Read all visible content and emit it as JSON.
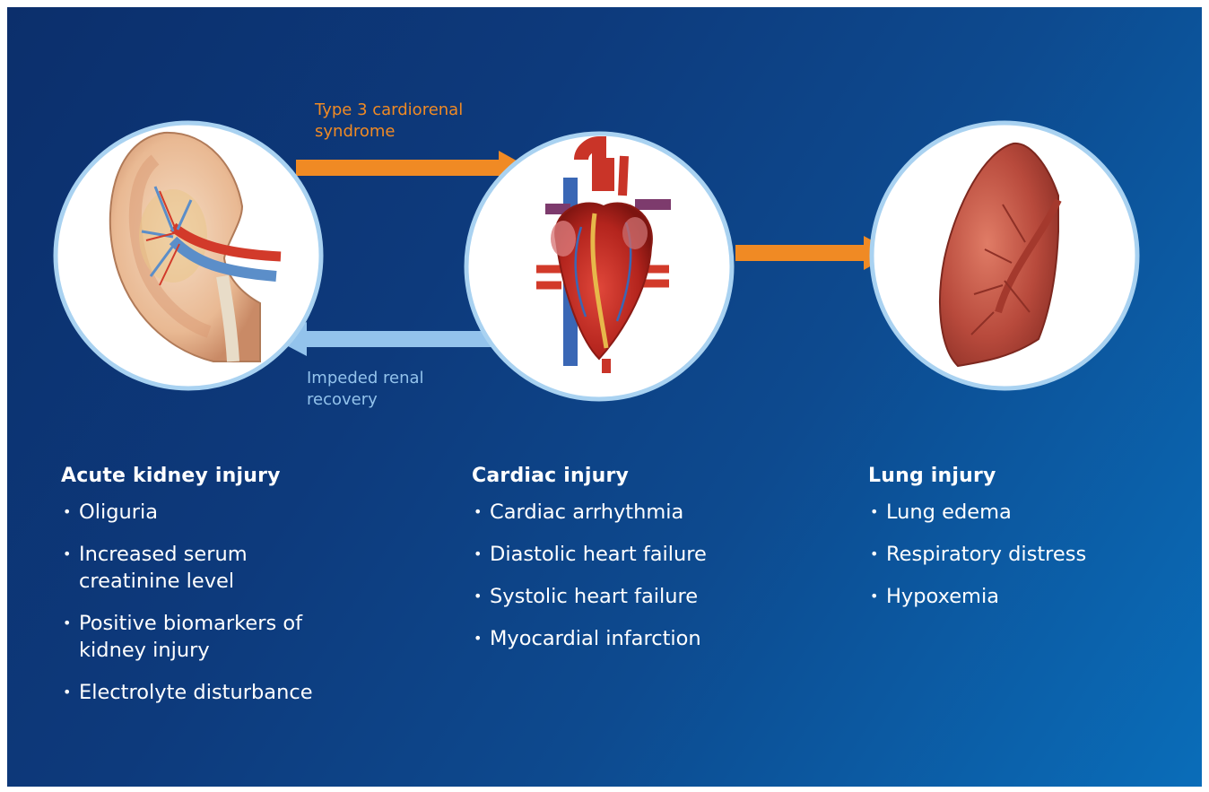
{
  "colors": {
    "background_dark": "#0c2f6c",
    "background_light": "#0a6db9",
    "forward_arrow": "#f08a24",
    "return_arrow": "#93c3ec",
    "circle_border": "#a9d2f1"
  },
  "flow": {
    "forward_label": "Type 3 cardiorenal syndrome",
    "forward_label_lines": [
      "Type 3 cardiorenal",
      "syndrome"
    ],
    "return_label": "Impeded renal recovery",
    "return_label_lines": [
      "Impeded renal",
      "recovery"
    ]
  },
  "organs": [
    {
      "name": "kidney",
      "icon": "kidney-illustration"
    },
    {
      "name": "heart",
      "icon": "heart-illustration"
    },
    {
      "name": "lung",
      "icon": "lung-illustration"
    }
  ],
  "columns": [
    {
      "heading": "Acute kidney injury",
      "items": [
        "Oliguria",
        "Increased serum creatinine level",
        "Positive biomarkers of kidney injury",
        "Electrolyte disturbance"
      ]
    },
    {
      "heading": "Cardiac injury",
      "items": [
        "Cardiac arrhythmia",
        "Diastolic heart failure",
        "Systolic heart failure",
        "Myocardial infarction"
      ]
    },
    {
      "heading": "Lung injury",
      "items": [
        "Lung edema",
        "Respiratory distress",
        "Hypoxemia"
      ]
    }
  ]
}
